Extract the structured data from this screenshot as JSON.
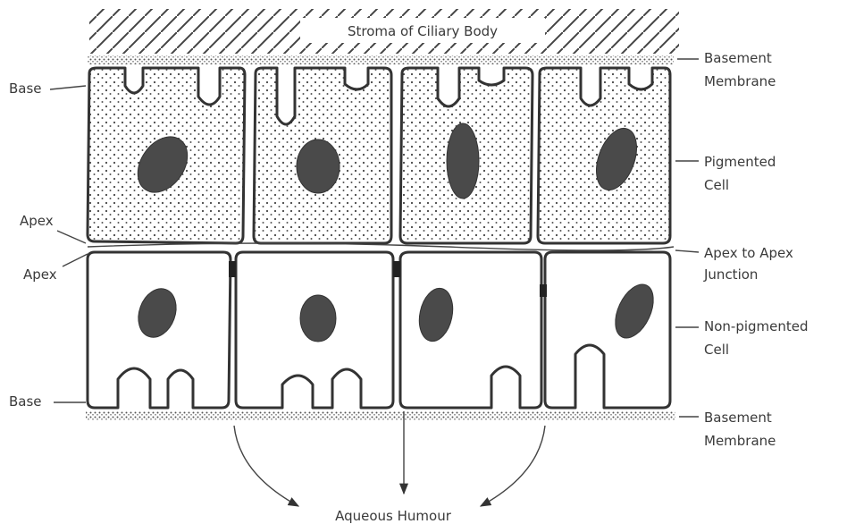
{
  "diagram": {
    "stroma_label": "Stroma of Ciliary Body",
    "labels_left": {
      "base_top": "Base",
      "apex_top": "Apex",
      "apex_bottom": "Apex",
      "base_bottom": "Base"
    },
    "labels_right": {
      "basement_top_1": "Basement",
      "basement_top_2": "Membrane",
      "pigmented_1": "Pigmented",
      "pigmented_2": "Cell",
      "junction_1": "Apex to Apex",
      "junction_2": "Junction",
      "nonpig_1": "Non-pigmented",
      "nonpig_2": "Cell",
      "basement_bot_1": "Basement",
      "basement_bot_2": "Membrane"
    },
    "aqueous_label": "Aqueous Humour"
  }
}
